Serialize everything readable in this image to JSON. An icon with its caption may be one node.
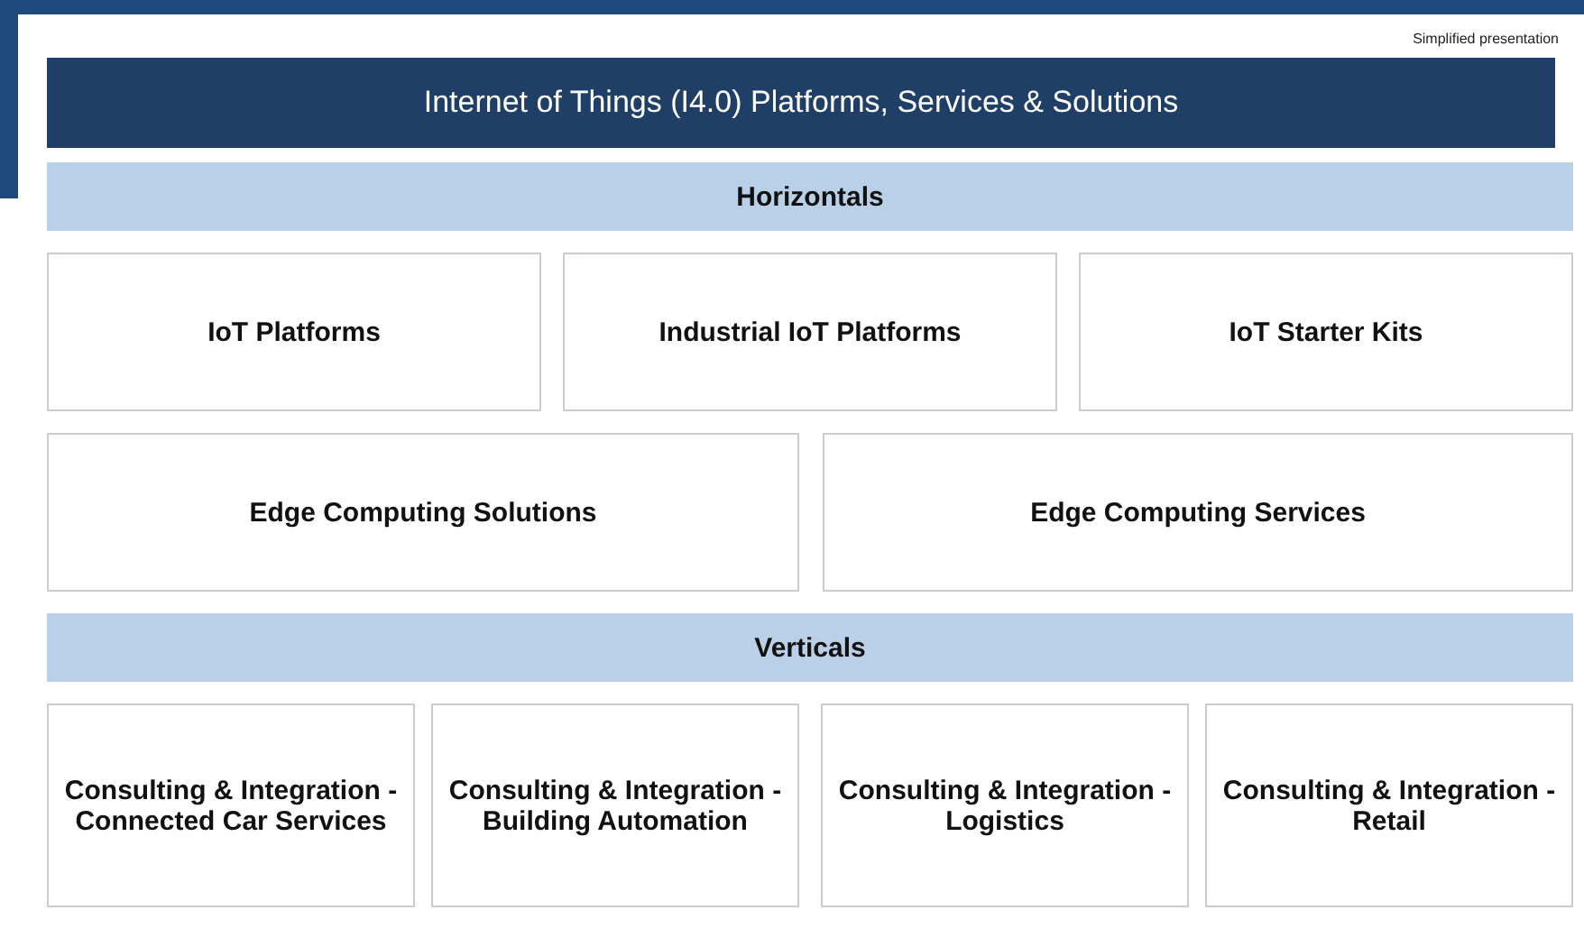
{
  "diagram": {
    "title": "Internet of Things (I4.0) Platforms, Services & Solutions",
    "nodes": [
      {
        "text": [
          "Horizontals"
        ]
      },
      {
        "text": [
          "IoT Platforms"
        ]
      },
      {
        "text": [
          "Industrial IoT Platforms"
        ]
      },
      {
        "text": [
          "IoT Starter Kits"
        ]
      },
      {
        "text": [
          "Edge Computing Solutions"
        ]
      },
      {
        "text": [
          "Edge Computing Services"
        ]
      },
      {
        "text": [
          "Verticals"
        ]
      },
      {
        "text": [
          "Consulting & Integration - Connected Car Services"
        ]
      },
      {
        "text": [
          "Consulting & Integration - Building Automation"
        ]
      },
      {
        "text": [
          "Consulting & Integration - Logistics"
        ]
      },
      {
        "text": [
          "Consulting & Integration - Retail"
        ]
      }
    ],
    "labels": [
      "Simplified presentation"
    ]
  }
}
